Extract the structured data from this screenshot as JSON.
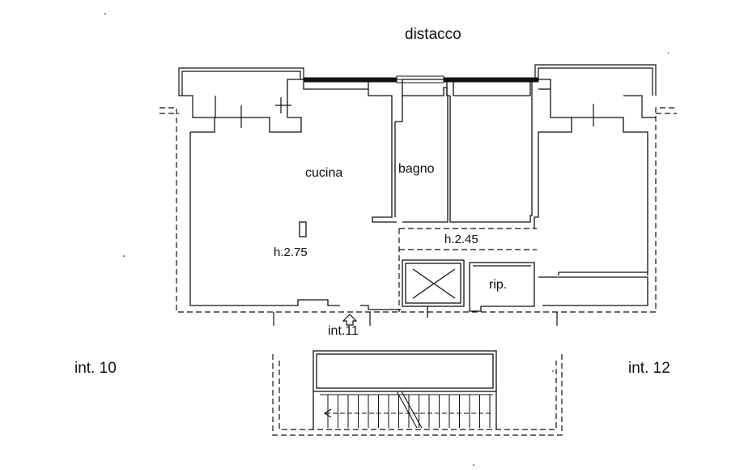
{
  "labels": {
    "top": "distacco",
    "kitchen": "cucina",
    "bathroom": "bagno",
    "height_main": "h.2.75",
    "height_corridor": "h.2.45",
    "storage": "rip.",
    "entrance": "int.11",
    "neighbor_left": "int. 10",
    "neighbor_right": "int. 12"
  }
}
